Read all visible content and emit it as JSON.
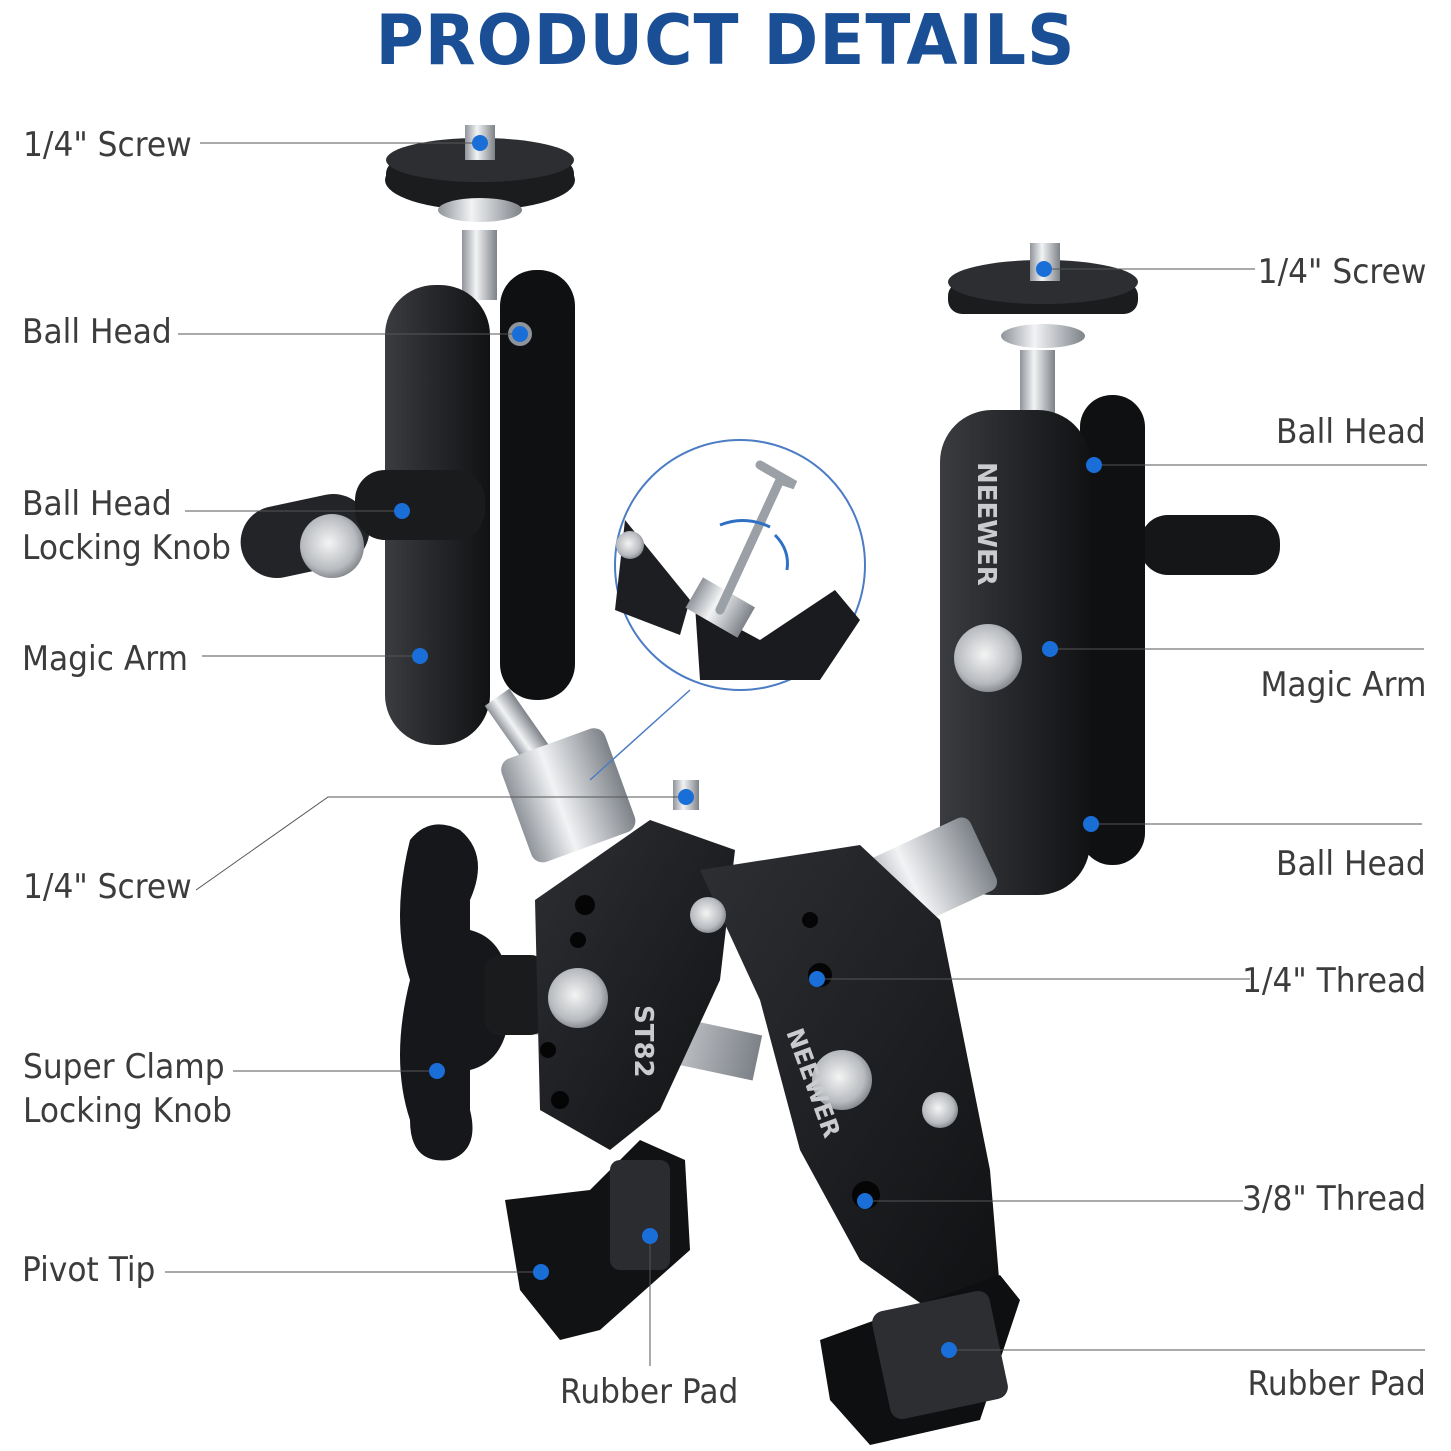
{
  "title": "PRODUCT DETAILS",
  "brand": "NEEWER",
  "model": "ST82",
  "colors": {
    "title": "#1a4f96",
    "dot": "#1a6ed8",
    "line": "#555555",
    "text": "#3c3c3c",
    "metal": "#1e1f22"
  },
  "labels": {
    "left_screw_top": "1/4\" Screw",
    "left_ball_head": "Ball Head",
    "left_locking_knob_1": "Ball Head",
    "left_locking_knob_2": "Locking Knob",
    "left_magic_arm": "Magic Arm",
    "left_screw_mid": "1/4\" Screw",
    "clamp_knob_1": "Super Clamp",
    "clamp_knob_2": "Locking Knob",
    "pivot_tip": "Pivot Tip",
    "rubber_pad_bottom": "Rubber Pad",
    "right_screw_top": "1/4\" Screw",
    "right_ball_head_top": "Ball Head",
    "right_magic_arm": "Magic Arm",
    "right_ball_head_bottom": "Ball Head",
    "thread_14": "1/4\" Thread",
    "thread_38": "3/8\" Thread",
    "rubber_pad_right": "Rubber Pad"
  }
}
